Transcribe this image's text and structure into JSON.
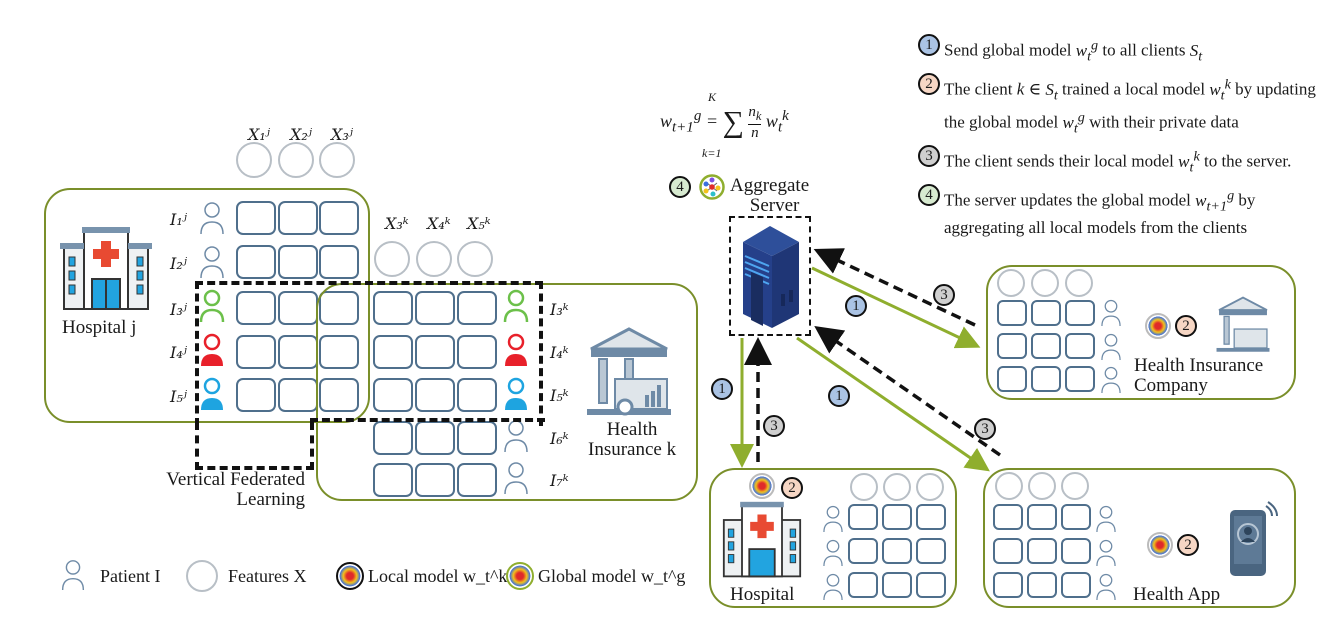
{
  "steps": [
    {
      "num": "1",
      "text": "Send global model w_t^g to all clients S_t"
    },
    {
      "num": "2",
      "text": "The client k ∈ S_t trained a local model w_t^k by updating the global model w_t^g with their private data"
    },
    {
      "num": "3",
      "text": "The client sends their local model w_t^k to the server."
    },
    {
      "num": "4",
      "text": "The server updates the global model w_{t+1}^g by aggregating all local models from the clients"
    }
  ],
  "formula": "w_{t+1}^g = Σ_{k=1}^{K} (n_k / n) w_t^k",
  "server": {
    "step": "4",
    "label_line1": "Aggregate",
    "label_line2": "Server"
  },
  "hospital_j": {
    "label": "Hospital j",
    "features": [
      "X₁ʲ",
      "X₂ʲ",
      "X₃ʲ"
    ],
    "feature_icons": [
      "iv-drip-icon",
      "syringe-icon",
      "medicine-icon"
    ],
    "patients": [
      "I₁ʲ",
      "I₂ʲ",
      "I₃ʲ",
      "I₄ʲ",
      "I₅ʲ"
    ]
  },
  "insurance_k": {
    "label_line1": "Health",
    "label_line2": "Insurance k",
    "features": [
      "X₃ᵏ",
      "X₄ᵏ",
      "X₅ᵏ"
    ],
    "feature_icons": [
      "thermometer-icon",
      "monitor-icon",
      "heartbeat-icon"
    ],
    "patients": [
      "I₃ᵏ",
      "I₄ᵏ",
      "I₅ᵏ",
      "I₆ᵏ",
      "I₇ᵏ"
    ]
  },
  "vfl_label_line1": "Vertical Federated",
  "vfl_label_line2": "Learning",
  "clients": [
    {
      "name_line1": "Health Insurance",
      "name_line2": "Company",
      "step": "2",
      "feature_icons": [
        "piggy-bank-icon",
        "cash-icon",
        "coins-icon"
      ]
    },
    {
      "name_line1": "Hospital",
      "name_line2": "",
      "step": "2",
      "feature_icons": [
        "iv-drip-icon",
        "syringe-icon",
        "medicine-icon"
      ]
    },
    {
      "name_line1": "Health App",
      "name_line2": "",
      "step": "2",
      "feature_icons": [
        "thermometer-icon",
        "monitor-icon",
        "heartbeat-icon"
      ]
    }
  ],
  "arrows": [
    {
      "from": "server",
      "to": "health-insurance-company",
      "step": "1",
      "type": "global"
    },
    {
      "from": "health-insurance-company",
      "to": "server",
      "step": "3",
      "type": "local"
    },
    {
      "from": "server",
      "to": "hospital",
      "step": "1",
      "type": "global"
    },
    {
      "from": "hospital",
      "to": "server",
      "step": "3",
      "type": "local"
    },
    {
      "from": "server",
      "to": "health-app",
      "step": "1",
      "type": "global"
    },
    {
      "from": "health-app",
      "to": "server",
      "step": "3",
      "type": "local"
    }
  ],
  "legend": {
    "patient": "Patient I",
    "features": "Features X",
    "local_model": "Local model w_t^k",
    "global_model": "Global model w_t^g"
  },
  "colors": {
    "panel_border": "#7a8f2a",
    "cell_border": "#4f6f8c",
    "step1": "#aac3e4",
    "step2": "#f6d6c4",
    "step3": "#cfcfcf",
    "step4": "#d7ead0",
    "global_arrow": "#8fae2e",
    "local_arrow": "#111111",
    "patient_green": "#6cc04a",
    "patient_red": "#e8202a",
    "patient_blue": "#1ea4e0"
  }
}
